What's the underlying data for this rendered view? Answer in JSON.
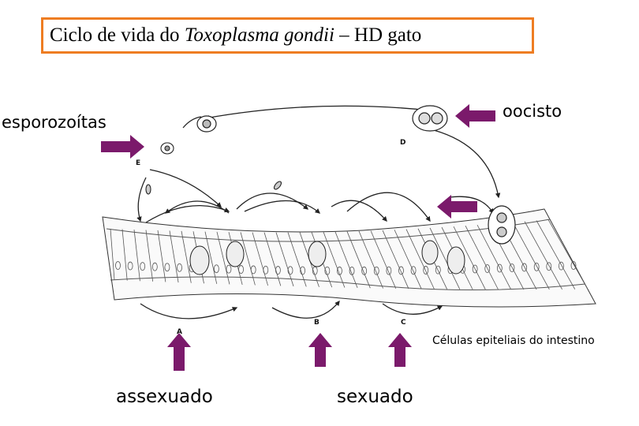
{
  "title": {
    "prefix": "Ciclo de vida do ",
    "italic": "Toxoplasma gondii",
    "suffix": " – HD gato"
  },
  "labels": {
    "esporozoitas": "esporozoítas",
    "oocisto": "oocisto",
    "celulas": "Células epiteliais do intestino",
    "assexuado": "assexuado",
    "sexuado": "sexuado"
  },
  "stage_letters": {
    "a": "A",
    "b": "B",
    "c": "C",
    "d": "D",
    "e": "E"
  },
  "colors": {
    "title_border": "#ee7d22",
    "arrow": "#7b1a6b"
  }
}
